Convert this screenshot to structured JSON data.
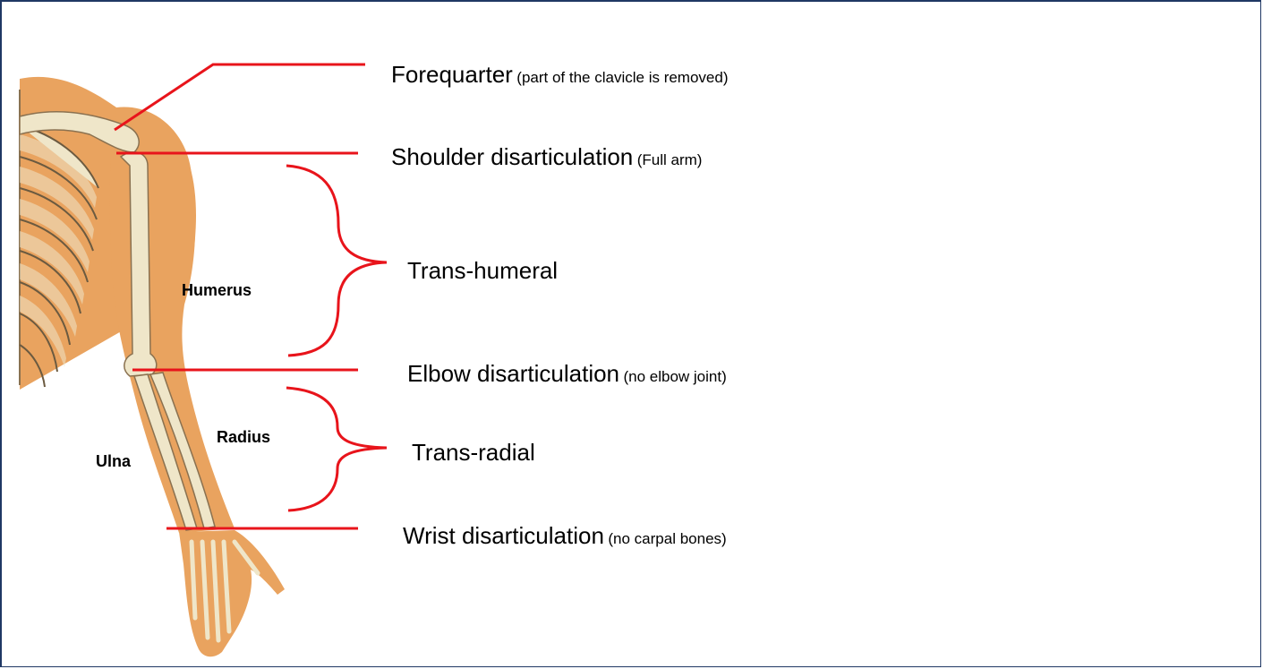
{
  "colors": {
    "line": "#e8141b",
    "skin": "#e9a35f",
    "bone": "#efe6c9",
    "frame": "#1f3864"
  },
  "labels": {
    "forequarter": {
      "main": "Forequarter",
      "note": "(part of the clavicle is removed)"
    },
    "shoulder": {
      "main": "Shoulder disarticulation",
      "note": "(Full arm)"
    },
    "transhumeral": {
      "main": "Trans-humeral"
    },
    "elbow": {
      "main": "Elbow disarticulation",
      "note": "(no elbow joint)"
    },
    "transradial": {
      "main": "Trans-radial"
    },
    "wrist": {
      "main": "Wrist disarticulation",
      "note": "(no carpal bones)"
    }
  },
  "bones": {
    "humerus": "Humerus",
    "radius": "Radius",
    "ulna": "Ulna"
  }
}
